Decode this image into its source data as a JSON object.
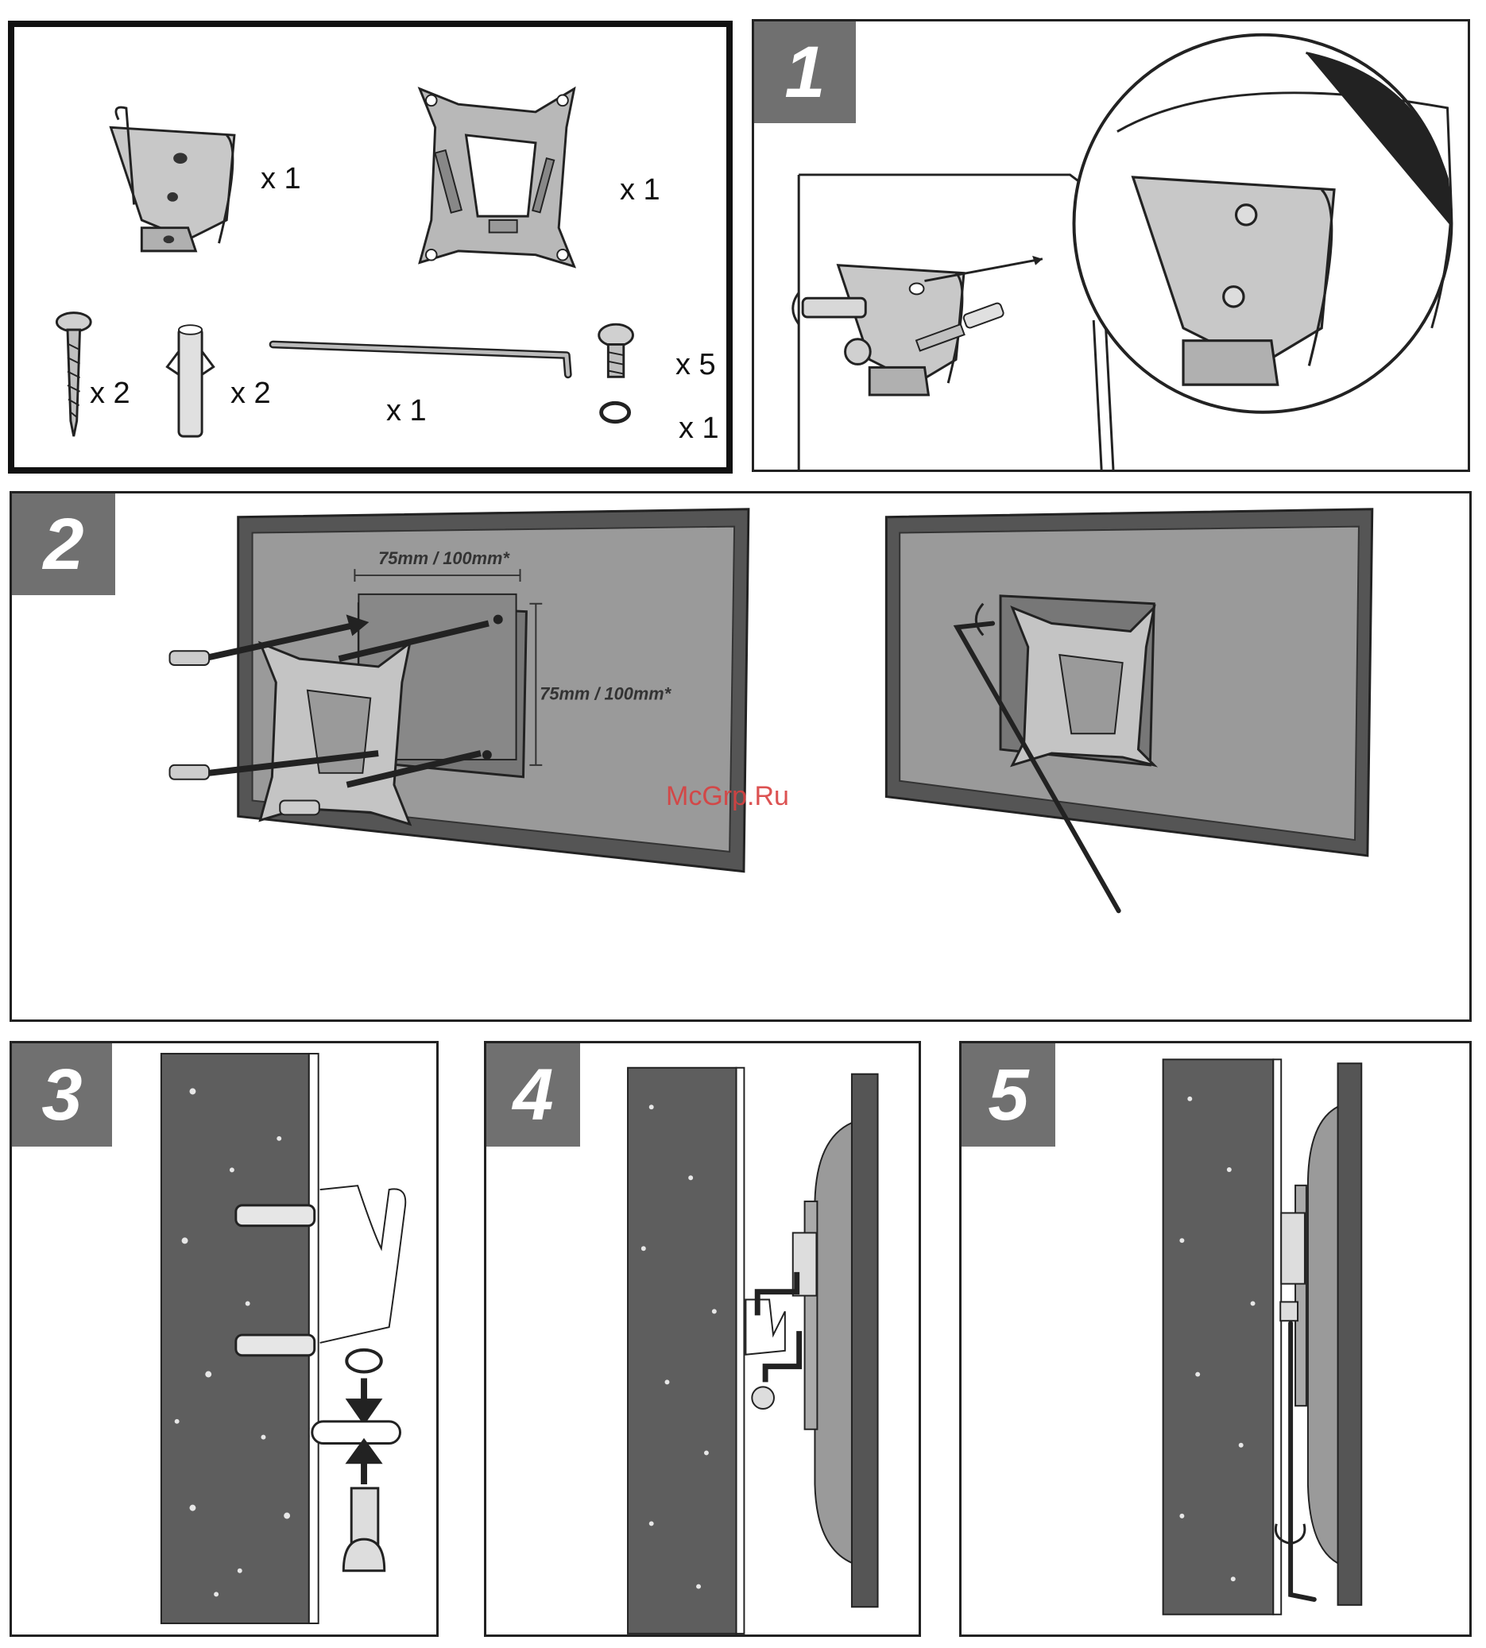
{
  "parts": {
    "wall_bracket_qty": "x 1",
    "vesa_plate_qty": "x 1",
    "wood_screw_qty": "x 2",
    "wall_plug_qty": "x 2",
    "hex_key_qty": "x 1",
    "machine_screw_qty": "x 5",
    "washer_qty": "x 1"
  },
  "steps": {
    "step1": "1",
    "step2": "2",
    "step3": "3",
    "step4": "4",
    "step5": "5"
  },
  "dimensions": {
    "horizontal": "75mm / 100mm*",
    "vertical": "75mm / 100mm*"
  },
  "watermark": "McGrp.Ru",
  "colors": {
    "badge": "#707070",
    "screen": "#9a9a9a",
    "frame": "#555555",
    "wall": "#5e5e5e",
    "metal": "#c8c8c8"
  }
}
